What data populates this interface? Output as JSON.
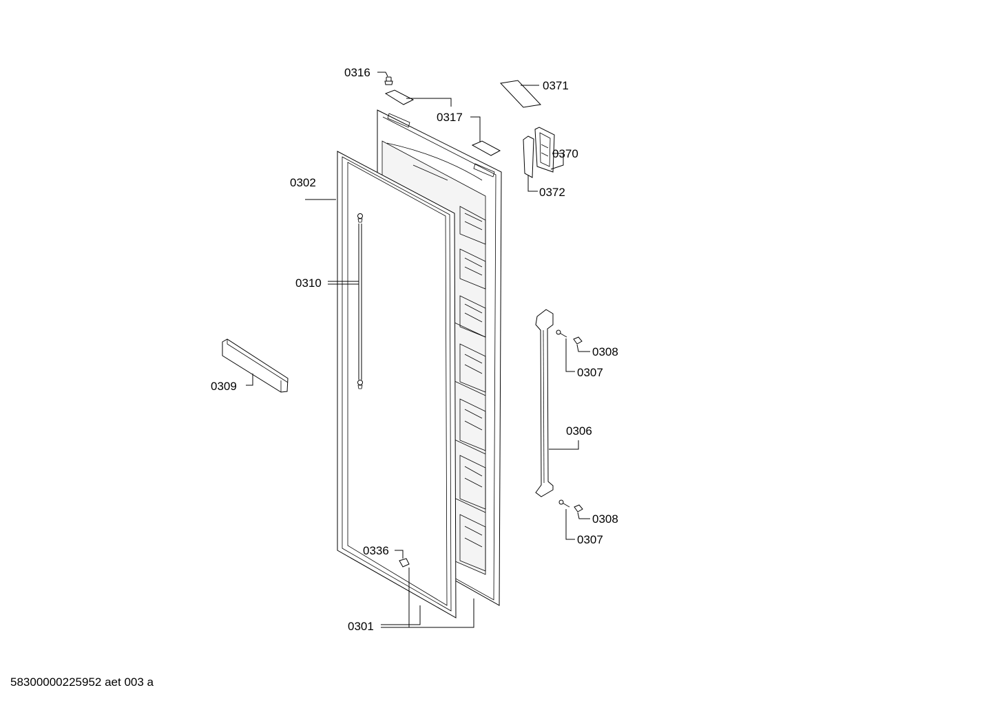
{
  "labels": {
    "p0316": "0316",
    "p0317": "0317",
    "p0371": "0371",
    "p0370": "0370",
    "p0372": "0372",
    "p0302": "0302",
    "p0310": "0310",
    "p0309": "0309",
    "p0308a": "0308",
    "p0307a": "0307",
    "p0306": "0306",
    "p0308b": "0308",
    "p0307b": "0307",
    "p0336": "0336",
    "p0301": "0301"
  },
  "footer": "58300000225952 aet 003 a"
}
